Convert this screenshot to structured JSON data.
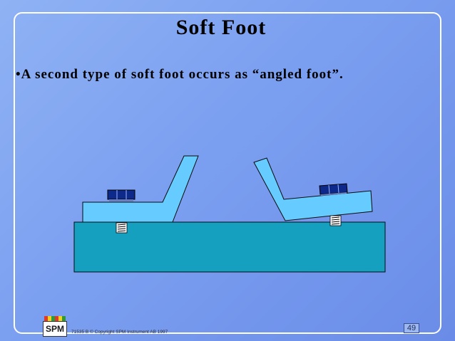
{
  "slide": {
    "title": "Soft Foot",
    "bullet": "•A  second type of soft foot occurs as “angled foot”.",
    "footer": {
      "logo_text": "SPM",
      "copyright": "71535 B  © Copyright SPM Instrument AB 1997",
      "page_number": "49"
    }
  },
  "colors": {
    "background": "#7b9ff0",
    "base": "#16a0c0",
    "foot": "#66ccff",
    "shim": "#0d2a8a",
    "border": "#ffffff"
  }
}
